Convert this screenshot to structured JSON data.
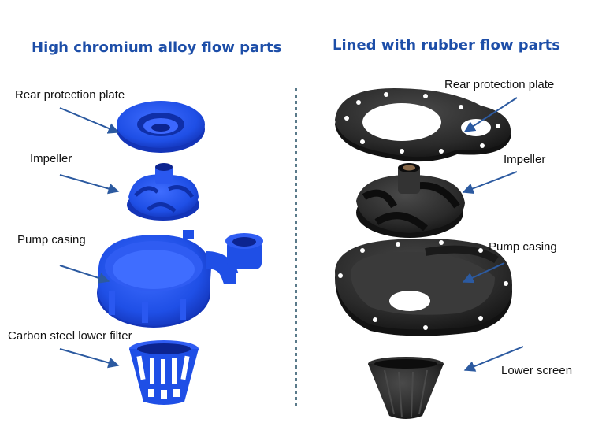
{
  "colors": {
    "heading": "#1d4ea8",
    "arrow": "#2c5aa0",
    "blue_part": "#1f4fe6",
    "blue_dark": "#0f2fa8",
    "rubber_part": "#2a2a2a",
    "rubber_dark": "#121212",
    "divider": "#5a7a8a"
  },
  "left_panel": {
    "title": "High chromium alloy flow parts",
    "parts": [
      {
        "label": "Rear protection plate",
        "icon": "rear-protection-plate-blue"
      },
      {
        "label": "Impeller",
        "icon": "impeller-blue"
      },
      {
        "label": "Pump casing",
        "icon": "pump-casing-blue"
      },
      {
        "label": "Carbon steel lower filter",
        "icon": "lower-filter-blue"
      }
    ]
  },
  "right_panel": {
    "title": "Lined with rubber flow parts",
    "parts": [
      {
        "label": "Rear protection plate",
        "icon": "rear-protection-plate-rubber"
      },
      {
        "label": "Impeller",
        "icon": "impeller-rubber"
      },
      {
        "label": "Pump casing",
        "icon": "pump-casing-rubber"
      },
      {
        "label": "Lower screen",
        "icon": "lower-screen-rubber"
      }
    ]
  }
}
